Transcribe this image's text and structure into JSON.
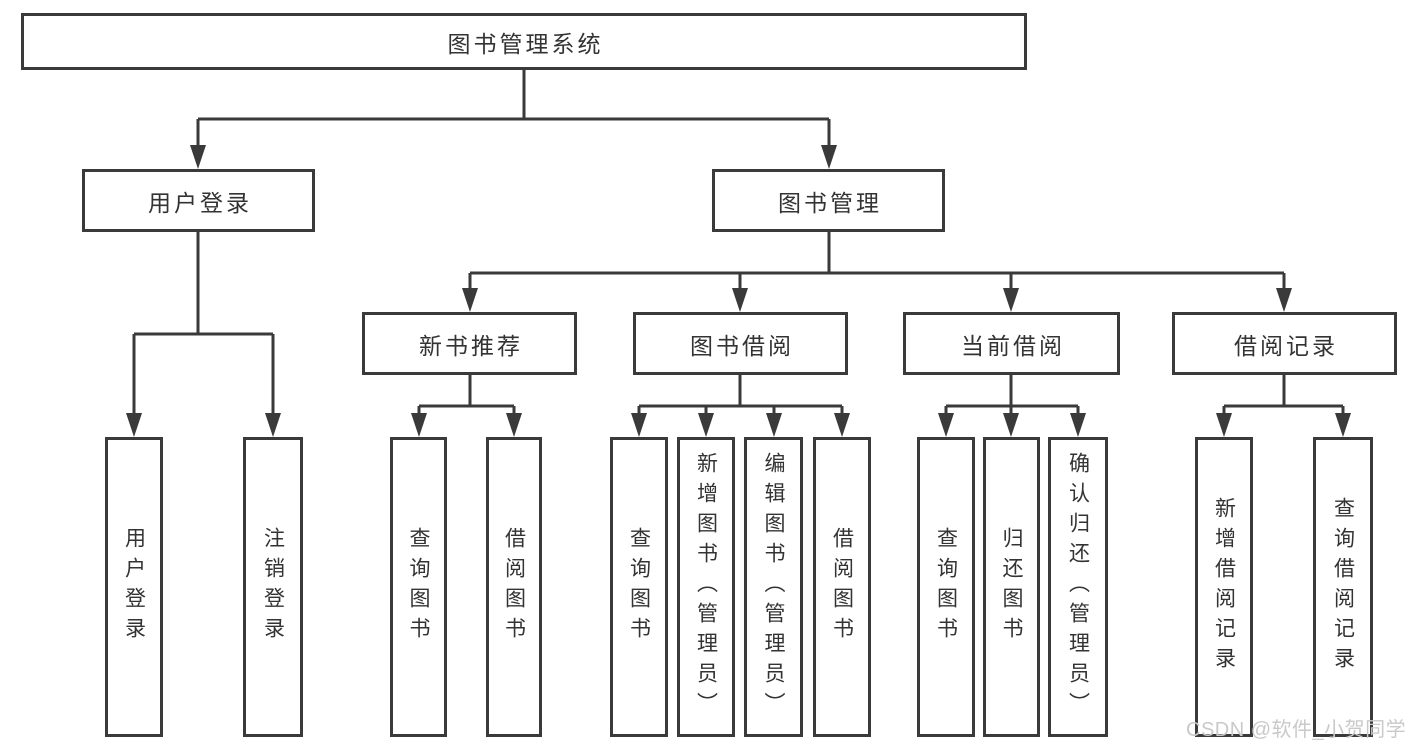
{
  "tree": {
    "root": {
      "label": "图书管理系统"
    },
    "level2": [
      {
        "label": "用户登录",
        "leaves": [
          "用户登录",
          "注销登录"
        ]
      },
      {
        "label": "图书管理",
        "children": [
          {
            "label": "新书推荐",
            "leaves": [
              "查询图书",
              "借阅图书"
            ]
          },
          {
            "label": "图书借阅",
            "leaves": [
              "查询图书",
              "新增图书（管理员）",
              "编辑图书（管理员）",
              "借阅图书"
            ]
          },
          {
            "label": "当前借阅",
            "leaves": [
              "查询图书",
              "归还图书",
              "确认归还（管理员）"
            ]
          },
          {
            "label": "借阅记录",
            "leaves": [
              "新增借阅记录",
              "查询借阅记录"
            ]
          }
        ]
      }
    ]
  },
  "colors": {
    "line": "#3a3a3a",
    "text": "#333333",
    "watermark": "#c9c9c9",
    "background": "#ffffff"
  },
  "watermark": "CSDN @软件_小贺同学"
}
